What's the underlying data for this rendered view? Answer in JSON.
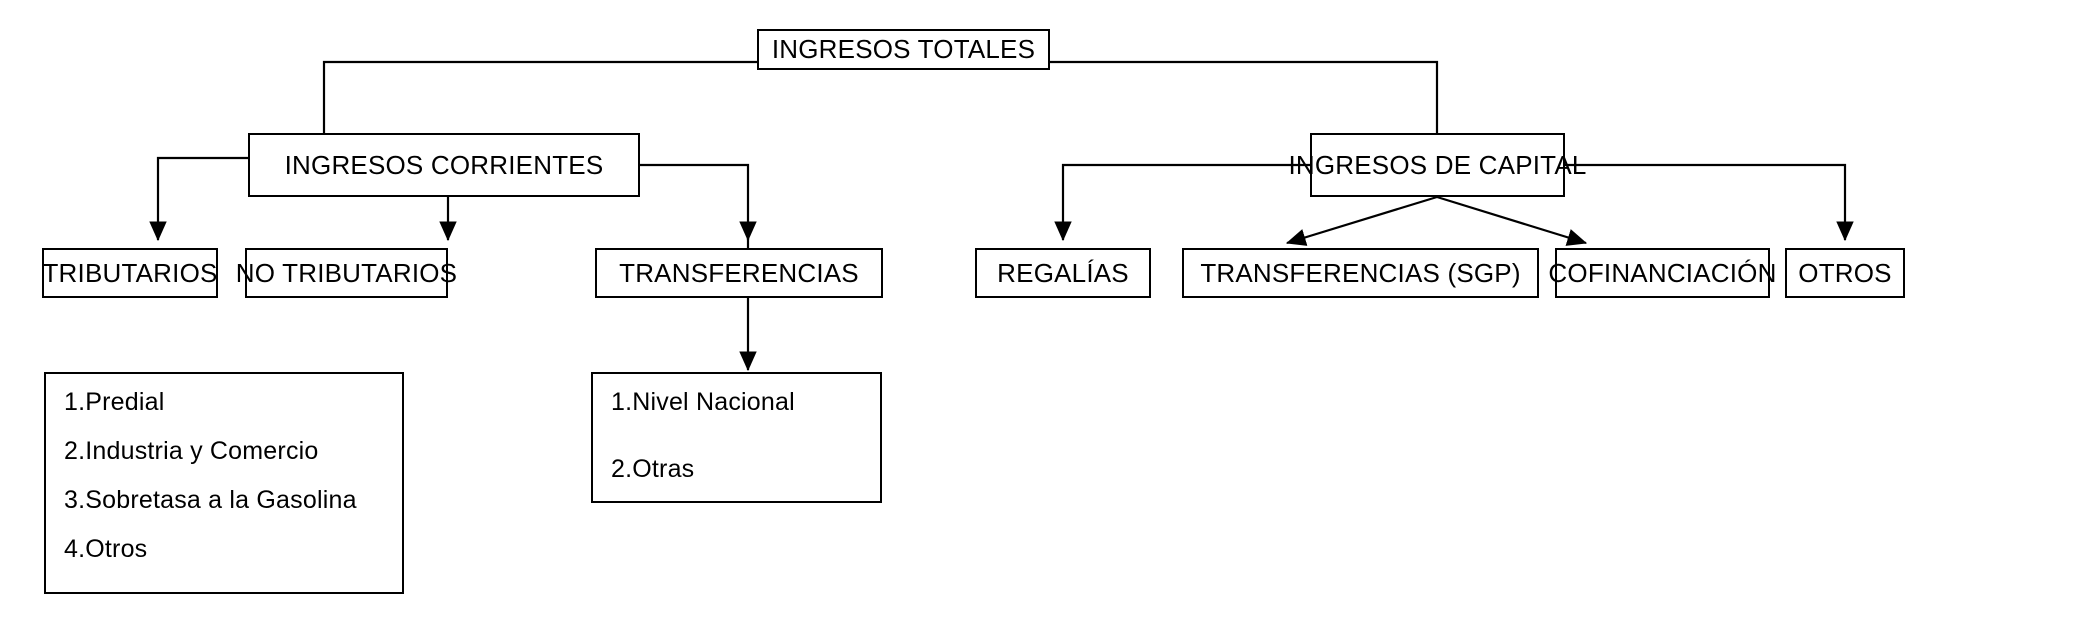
{
  "diagram": {
    "title": "INGRESOS TOTALES",
    "type": "organizational-tree",
    "background_color": "#ffffff",
    "line_color": "#000000",
    "text_color": "#000000",
    "nodes": {
      "root": {
        "label": "INGRESOS TOTALES"
      },
      "corrientes": {
        "label": "INGRESOS CORRIENTES"
      },
      "capital": {
        "label": "INGRESOS DE CAPITAL"
      },
      "tributarios": {
        "label": "TRIBUTARIOS"
      },
      "no_tributarios": {
        "label": "NO TRIBUTARIOS"
      },
      "transferencias": {
        "label": "TRANSFERENCIAS"
      },
      "regalias": {
        "label": "REGALÍAS"
      },
      "transferencias_sgp": {
        "label": "TRANSFERENCIAS (SGP)"
      },
      "cofinanciacion": {
        "label": "COFINANCIACIÓN"
      },
      "otros": {
        "label": "OTROS"
      }
    },
    "detail_lists": {
      "tributarios_items": [
        "1.Predial",
        "2.Industria y Comercio",
        "3.Sobretasa a la Gasolina",
        "4.Otros"
      ],
      "transferencias_items": [
        "1.Nivel Nacional",
        "2.Otras"
      ]
    }
  }
}
